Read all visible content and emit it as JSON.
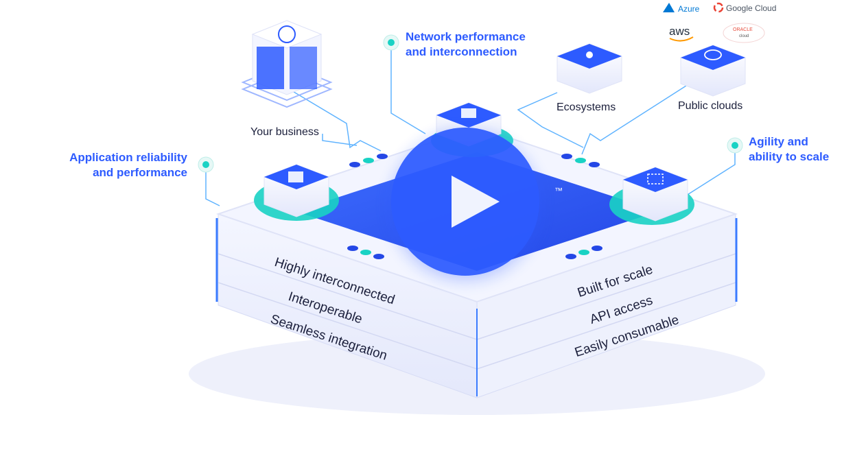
{
  "labels": {
    "your_business": "Your business",
    "network": "Network performance and interconnection",
    "ecosystems": "Ecosystems",
    "public_clouds": "Public clouds",
    "app_reliability": "Application reliability and performance",
    "agility": "Agility and ability to scale"
  },
  "left_face": [
    "Highly interconnected",
    "Interoperable",
    "Seamless integration"
  ],
  "right_face": [
    "Built for scale",
    "API access",
    "Easily consumable"
  ],
  "cloud_logos": {
    "azure": "Azure",
    "google": "Google Cloud",
    "aws": "aws",
    "oracle_top": "ORACLE",
    "oracle_bottom": "cloud"
  },
  "platform_mark": "™",
  "colors": {
    "accent": "#2d5bff",
    "teal": "#19d2c4",
    "platform_top": "#2d5bff",
    "text_dark": "#1b1f3b"
  },
  "icons": [
    "building-icon",
    "monitor-icon",
    "network-hub-icon",
    "cloud-icon",
    "document-icon",
    "scale-expand-icon",
    "play-icon"
  ]
}
